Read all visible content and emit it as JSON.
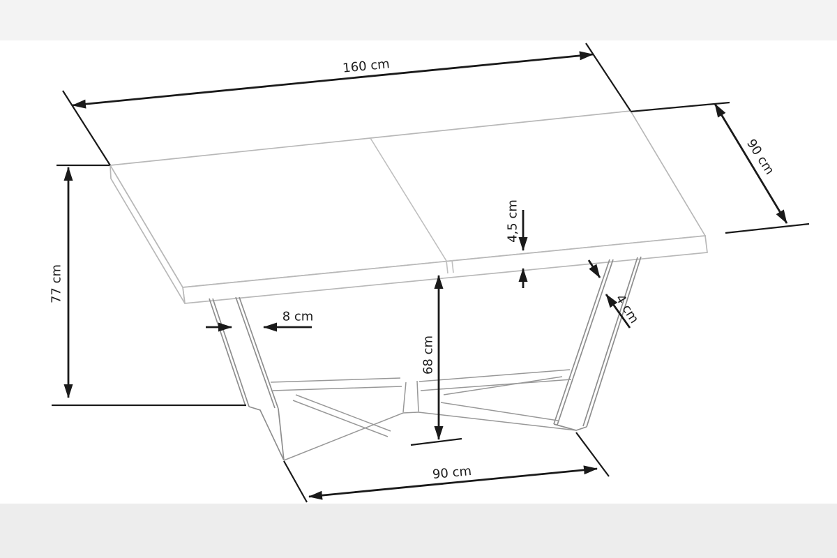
{
  "figure": {
    "kind": "furniture dimension diagram",
    "object": "extendable rectangular dining table with V-shaped trestle base",
    "unit": "cm",
    "dimensions": {
      "top_length": {
        "label": "160 cm",
        "value": 160
      },
      "top_depth": {
        "label": "90 cm",
        "value": 90
      },
      "total_height": {
        "label": "77 cm",
        "value": 77
      },
      "top_thickness": {
        "label": "4,5 cm",
        "value": 4.5
      },
      "leg_profile": {
        "label": "4 cm",
        "value": 4
      },
      "leg_inset": {
        "label": "8 cm",
        "value": 8
      },
      "underside_clearance": {
        "label": "68 cm",
        "value": 68
      },
      "base_width": {
        "label": "90 cm",
        "value": 90
      }
    },
    "colors": {
      "dimension_lines": "#1a1a1a",
      "table_outline_light": "#b8b8b8",
      "table_outline_dark": "#8e8e8e",
      "background": "#ffffff",
      "top_band": "#f3f3f3",
      "bottom_band": "#ededed"
    }
  }
}
